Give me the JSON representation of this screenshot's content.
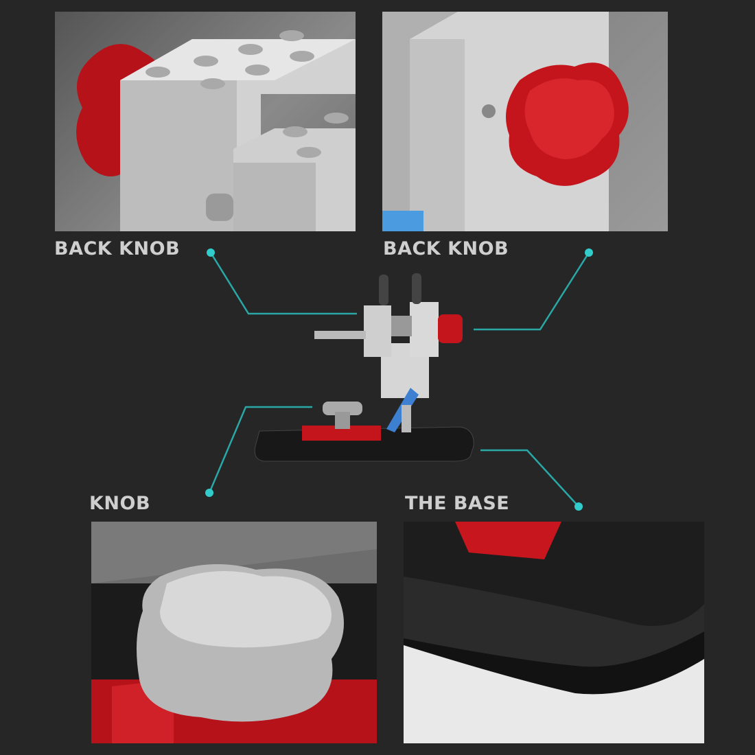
{
  "labels": {
    "top_left": "BACK KNOB",
    "top_right": "BACK KNOB",
    "bottom_left": "KNOB",
    "bottom_right": "THE BASE"
  },
  "colors": {
    "background": "#262626",
    "accent_line": "#2aa7a7",
    "dot": "#33cccc",
    "label": "#cfcfcf",
    "knob_red": "#c4141c",
    "aluminum": "#c9c9c9"
  }
}
